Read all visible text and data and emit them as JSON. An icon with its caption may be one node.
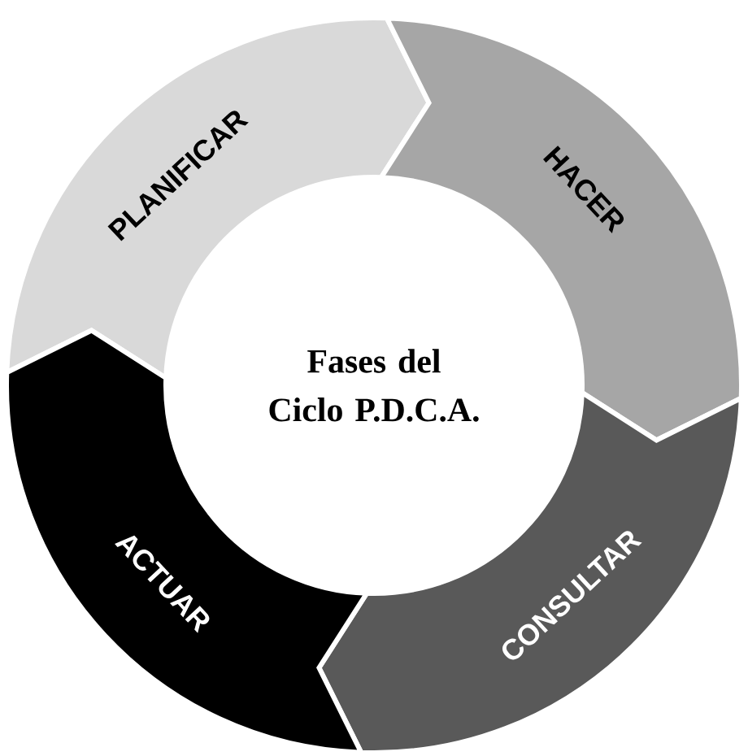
{
  "diagram": {
    "title": "Fases del Ciclo P.D.C.A.",
    "nodes": [
      {
        "text": [
          "PLANIFICAR"
        ]
      },
      {
        "text": [
          "HACER"
        ]
      },
      {
        "text": [
          "CONSULTAR"
        ]
      },
      {
        "text": [
          "ACTUAR"
        ]
      }
    ]
  }
}
